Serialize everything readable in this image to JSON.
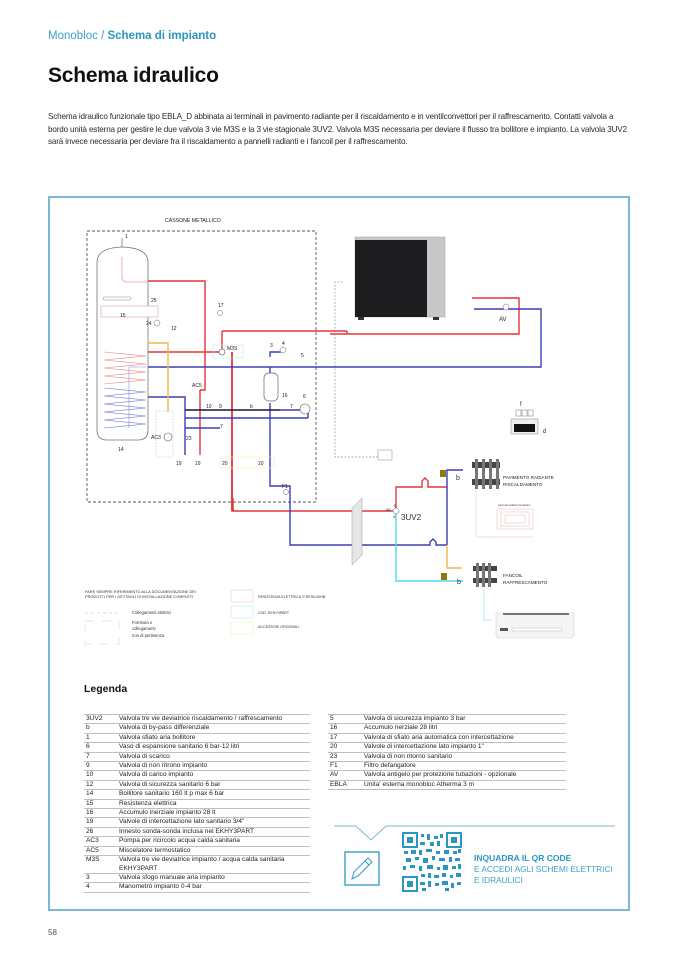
{
  "breadcrumb": {
    "parent": "Monobloc",
    "separator": " / ",
    "current": "Schema di impianto"
  },
  "page_title": "Schema idraulico",
  "intro": "Schema idraulico funzionale tipo EBLA_D abbinata ai terminali in pavimento radiante per il riscaldamento e in ventilconvettori per il raffrescamento. Contatti valvola a bordo unità esterna per gestire le due valvola 3 vie M3S e la 3 vie stagionale 3UV2. Valvola M3S necessaria per deviare il flusso tra bollitore e impianto. La valvola 3UV2 sarà invece necessaria per deviare fra il riscaldamento a pannelli radianti e i fancoil per il raffrescamento.",
  "colors": {
    "accent": "#2b96c2",
    "frame": "#7bb8d4",
    "hot_pipe": "#e0363c",
    "cold_pipe": "#3b3fb8",
    "cool_pipe": "#52d8f0",
    "dhw_pipe": "#f2b64a"
  },
  "diagram": {
    "box_title": "CASSONE METALLICO",
    "labels": {
      "l1": "1",
      "l25": "25",
      "l15": "15",
      "l24": "24",
      "l12": "12",
      "l17": "17",
      "m3s": "M3S",
      "l3": "3",
      "l4": "4",
      "l5": "5",
      "ac5": "AC5",
      "l16": "16",
      "l6": "6",
      "l10": "10",
      "l9": "9",
      "lb": "b",
      "l7a": "7",
      "l7b": "7",
      "ac3": "AC3",
      "l23": "23",
      "l14": "14",
      "l19a": "19",
      "l19b": "19",
      "l20a": "20",
      "l20b": "20",
      "f1": "F1",
      "av": "AV",
      "uv2": "3UV2",
      "ab": "AB",
      "a": "A",
      "b2": "B",
      "lf": "f",
      "ld": "d",
      "lb2": "b",
      "lb3": "b",
      "pav1": "PAVIMENTO RADIANTE",
      "pav2": "RISCALDAMENTO",
      "pannelli": "pannelli radianti riscaldam.",
      "fan1": "FANCOIL",
      "fan2": "RAFFRESCAMENTO"
    },
    "notes": {
      "ref_line1": "FARE SEMPRE RIFERIMENTO ALLA DOCUMENTAZIONE DEI",
      "ref_line2": "PRODOTTI PER I DETTAGLI DI INSTALLAZIONE COMPLETI",
      "elettrici": "Collegamenti elettrici",
      "fornitura1": "Fornitura e",
      "fornitura2": "collegamenti",
      "fornitura3": "non di pertinenza",
      "resistenza": "RESISTENZA ELETTRICA IT.RESIL00HB",
      "cod": "COD. EKHY3PART",
      "accessori": "ACCESSORI OPZIONALI"
    }
  },
  "legend": {
    "title": "Legenda",
    "left": [
      {
        "code": "3UV2",
        "desc": "Valvola tre vie deviatrice riscaldamento / raffrescamento"
      },
      {
        "code": "b",
        "desc": "Valvola di by-pass differenziale"
      },
      {
        "code": "1",
        "desc": "Valvola sfiato aria bollitore"
      },
      {
        "code": "6",
        "desc": "Vaso di espansione sanitario 6 bar-12 litri"
      },
      {
        "code": "7",
        "desc": "Valvola di scarico"
      },
      {
        "code": "9",
        "desc": "Valvola di non ritrono impianto"
      },
      {
        "code": "10",
        "desc": "Valvola di carico impianto"
      },
      {
        "code": "12",
        "desc": "Valvola di sicurezza sanitario 6 bar"
      },
      {
        "code": "14",
        "desc": "Bollitore sanitario 160 lt p max 6 bar"
      },
      {
        "code": "15",
        "desc": "Resistenza elettrica"
      },
      {
        "code": "16",
        "desc": "Accumulo inerziale impianto 28 lt"
      },
      {
        "code": "19",
        "desc": "Valvole di intercettazione lato sanitario 3/4\""
      },
      {
        "code": "26",
        "desc": "Innesto sonda-sonda inclusa nel EKHY3PART"
      },
      {
        "code": "AC3",
        "desc": "Pompa per ricircolo acqua calda sanitaria"
      },
      {
        "code": "AC5",
        "desc": "Miscelatore termostatico"
      },
      {
        "code": "M3S",
        "desc": "Valvola tre vie deviatrice impianto /  acqua calda sanitaria EKHY3PART"
      },
      {
        "code": "3",
        "desc": "Valvola sfogo manuale aria impianto"
      },
      {
        "code": "4",
        "desc": "Manometro impianto 0-4 bar"
      }
    ],
    "right": [
      {
        "code": "5",
        "desc": "Valvola di sicurezza impianto 3 bar"
      },
      {
        "code": "16",
        "desc": "Accumulo nerziale 28 litri"
      },
      {
        "code": "17",
        "desc": "Valvola di sfiato aria automatica con intercettazione"
      },
      {
        "code": "20",
        "desc": "Valvole di intercettazione lato impianto 1\""
      },
      {
        "code": "23",
        "desc": "Valvola di non ritorno sanitario"
      },
      {
        "code": "F1",
        "desc": "Filtro defangatore"
      },
      {
        "code": "AV",
        "desc": "Valvola antigelo per protezione tubazioni - opzionale"
      },
      {
        "code": "EBLA",
        "desc": "Unita' esterna monobloc Atherma 3 m"
      }
    ]
  },
  "qr": {
    "heading": "INQUADRA IL QR CODE",
    "line1": "E ACCEDI AGLI SCHEMI ELETTRICI",
    "line2": "E IDRAULICI"
  },
  "page_number": "58"
}
